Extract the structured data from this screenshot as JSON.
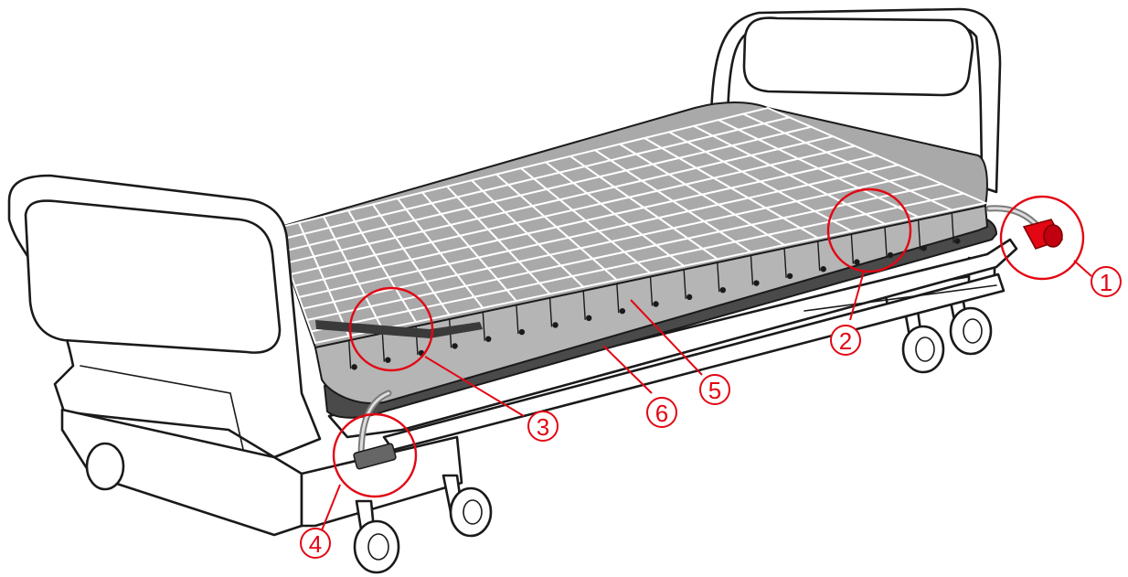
{
  "diagram": {
    "colors": {
      "accent": "#e30613",
      "mattress": "#a9a9a9",
      "base": "#4a4a4a",
      "outline": "#1a1a1a"
    },
    "callouts": [
      {
        "id": "callout-1",
        "label": "1"
      },
      {
        "id": "callout-2",
        "label": "2"
      },
      {
        "id": "callout-3",
        "label": "3"
      },
      {
        "id": "callout-4",
        "label": "4"
      },
      {
        "id": "callout-5",
        "label": "5"
      },
      {
        "id": "callout-6",
        "label": "6"
      }
    ]
  }
}
